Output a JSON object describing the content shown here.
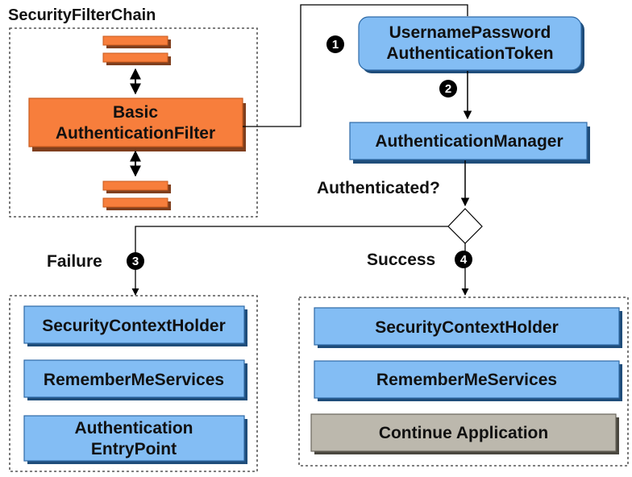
{
  "filter_chain": {
    "title": "SecurityFilterChain",
    "filter_line1": "Basic",
    "filter_line2": "AuthenticationFilter"
  },
  "token": {
    "line1": "UsernamePassword",
    "line2": "AuthenticationToken"
  },
  "manager": "AuthenticationManager",
  "decision_label": "Authenticated?",
  "steps": [
    "1",
    "2",
    "3",
    "4"
  ],
  "failure": {
    "label": "Failure",
    "items": [
      "SecurityContextHolder",
      "RememberMeServices"
    ],
    "entry_line1": "Authentication",
    "entry_line2": "EntryPoint"
  },
  "success": {
    "label": "Success",
    "items": [
      "SecurityContextHolder",
      "RememberMeServices"
    ],
    "continue": "Continue Application"
  },
  "colors": {
    "filter_orange": "#f77e3c",
    "box_blue": "#83bdf4",
    "box_gray": "#bcb8ad",
    "badge": "#000000"
  }
}
